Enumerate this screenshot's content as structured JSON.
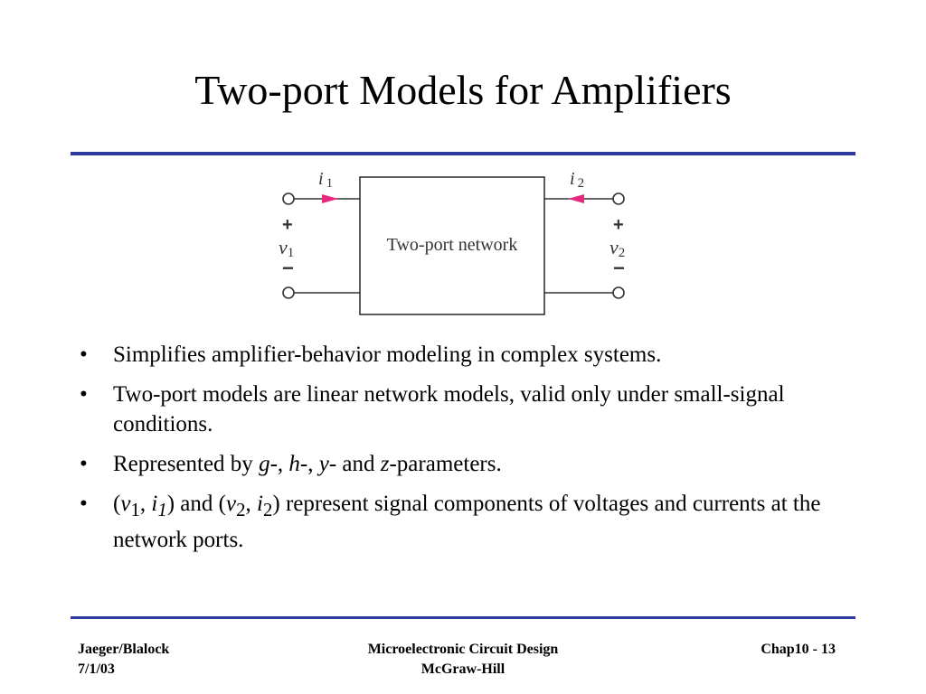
{
  "slide": {
    "title": "Two-port Models for Amplifiers"
  },
  "diagram": {
    "box_label": "Two-port network",
    "port1": {
      "current": "i",
      "current_sub": "1",
      "voltage": "v",
      "voltage_sub": "1",
      "plus": "+",
      "minus": "−"
    },
    "port2": {
      "current": "i",
      "current_sub": "2",
      "voltage": "v",
      "voltage_sub": "2",
      "plus": "+",
      "minus": "−"
    },
    "colors": {
      "arrow": "#e6287e",
      "line": "#333333"
    }
  },
  "bullets": {
    "b1": "Simplifies amplifier-behavior modeling in complex systems.",
    "b2": "Two-port models are linear network models, valid only under small-signal conditions.",
    "b3": {
      "p1": "Represented by ",
      "g": "g",
      "p2": "-, ",
      "h": "h",
      "p3": "-, ",
      "y": "y",
      "p4": "- and ",
      "z": "z",
      "p5": "-parameters."
    },
    "b4": {
      "open1": "(",
      "v1": "v",
      "v1_sub": "1",
      "comma1": ", ",
      "i1": "i",
      "i1_sub": "1",
      "close_and": ") and (",
      "v2": "v",
      "v2_sub": "2",
      "comma2": ", ",
      "i2": "i",
      "i2_sub": "2",
      "rest": ")  represent signal components of voltages and currents at the network ports."
    }
  },
  "footer": {
    "left_line1": "Jaeger/Blalock",
    "left_line2": "7/1/03",
    "center_line1": "Microelectronic Circuit Design",
    "center_line2": "McGraw-Hill",
    "right": "Chap10 - 13"
  },
  "theme": {
    "rule_color": "#2e3a9c"
  }
}
